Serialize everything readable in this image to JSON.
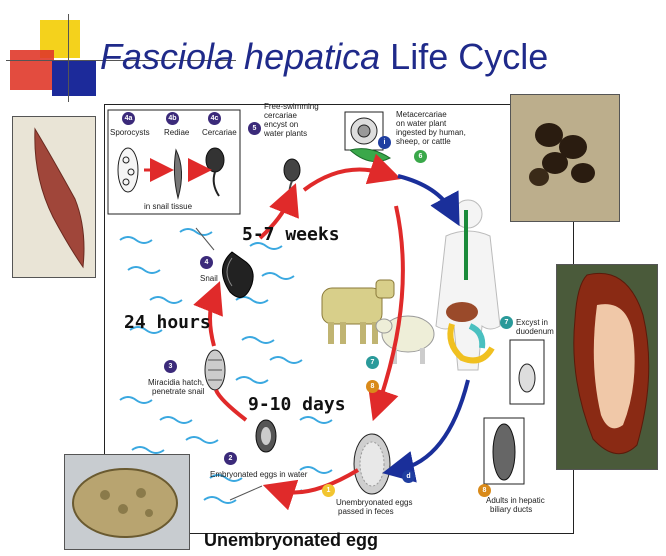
{
  "title": {
    "italic": "Fasciola hepatica",
    "rest": " Life Cycle"
  },
  "labels": {
    "sporocysts": "Sporocysts",
    "rediae": "Rediae",
    "cercariae": "Cercariae",
    "in_snail_tissue": "in snail tissue",
    "free_swimming_1": "Free-swimming",
    "free_swimming_2": "cercariae",
    "free_swimming_3": "encyst on",
    "free_swimming_4": "water plants",
    "meta_1": "Metacercariae",
    "meta_2": "on water plant",
    "meta_3": "ingested by human,",
    "meta_4": "sheep, or cattle",
    "snail": "Snail",
    "miracidia_1": "Miracidia hatch,",
    "miracidia_2": "penetrate snail",
    "embryonated": "Embryonated eggs in water",
    "unembryonated_1": "Unembryonated eggs",
    "unembryonated_2": "passed in feces",
    "excyst_1": "Excyst in",
    "excyst_2": "duodenum",
    "adults_1": "Adults in hepatic",
    "adults_2": "biliary ducts",
    "weeks": "5-7 weeks",
    "hours": "24 hours",
    "days": "9-10 days",
    "unembryonated_egg": "Unembryonated egg"
  },
  "stage_numbers": {
    "s4a": "4a",
    "s4b": "4b",
    "s4c": "4c",
    "s5": "5",
    "s6": "6",
    "s4": "4",
    "s3": "3",
    "s2": "2",
    "s1": "1",
    "s7a": "7",
    "s7b": "7",
    "s8a": "8",
    "s8b": "8",
    "si": "i",
    "sd": "d"
  },
  "colors": {
    "title": "#1f2a8a",
    "arrow_red": "#e02a2a",
    "arrow_blue": "#1a2f9a",
    "water": "#3aa8e0"
  }
}
